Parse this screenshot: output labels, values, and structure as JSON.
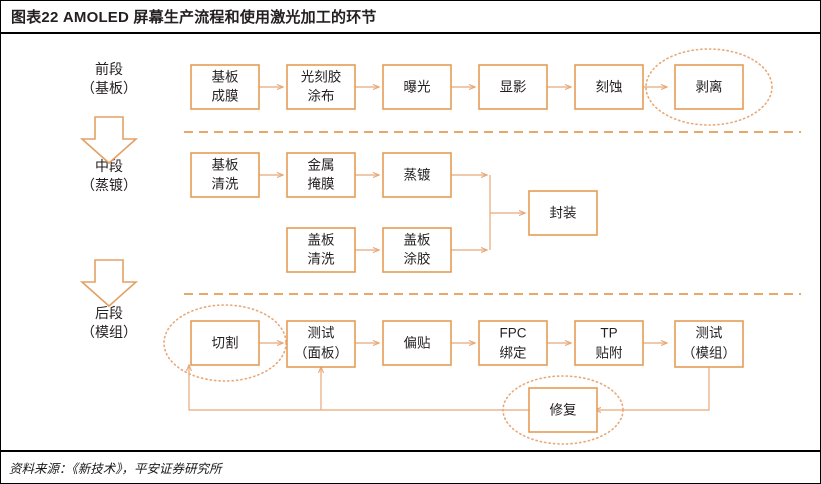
{
  "exhibit": {
    "title": "图表22   AMOLED 屏幕生产流程和使用激光加工的环节",
    "source": "资料来源：《新技术》，平安证券研究所"
  },
  "colors": {
    "box_border": "#E59C55",
    "connector": "#E8A877",
    "highlight": "#E8A877",
    "divider": "#E59C55",
    "text": "#231f20",
    "background": "#ffffff",
    "frame": "#000000"
  },
  "stages": [
    {
      "id": "front",
      "line1": "前段",
      "line2": "（基板）"
    },
    {
      "id": "middle",
      "line1": "中段",
      "line2": "（蒸镀）"
    },
    {
      "id": "back",
      "line1": "后段",
      "line2": "（模组）"
    }
  ],
  "stage_arrows": [
    {
      "name": "stage-arrow-front-to-middle"
    },
    {
      "name": "stage-arrow-middle-to-back"
    }
  ],
  "nodes": {
    "front_row": [
      {
        "id": "n1",
        "line1": "基板",
        "line2": "成膜",
        "highlight": false
      },
      {
        "id": "n2",
        "line1": "光刻胶",
        "line2": "涂布",
        "highlight": false
      },
      {
        "id": "n3",
        "line1": "曝光",
        "line2": "",
        "highlight": false
      },
      {
        "id": "n4",
        "line1": "显影",
        "line2": "",
        "highlight": false
      },
      {
        "id": "n5",
        "line1": "刻蚀",
        "line2": "",
        "highlight": false
      },
      {
        "id": "n6",
        "line1": "剥离",
        "line2": "",
        "highlight": true
      }
    ],
    "middle_top_row": [
      {
        "id": "m1",
        "line1": "基板",
        "line2": "清洗",
        "highlight": false
      },
      {
        "id": "m2",
        "line1": "金属",
        "line2": "掩膜",
        "highlight": false
      },
      {
        "id": "m3",
        "line1": "蒸镀",
        "line2": "",
        "highlight": false
      }
    ],
    "middle_bottom_row": [
      {
        "id": "m4",
        "line1": "盖板",
        "line2": "清洗",
        "highlight": false
      },
      {
        "id": "m5",
        "line1": "盖板",
        "line2": "涂胶",
        "highlight": false
      }
    ],
    "middle_merge": [
      {
        "id": "m6",
        "line1": "封装",
        "line2": "",
        "highlight": false
      }
    ],
    "back_row": [
      {
        "id": "b1",
        "line1": "切割",
        "line2": "",
        "highlight": true
      },
      {
        "id": "b2",
        "line1": "测试",
        "line2": "（面板）",
        "highlight": false
      },
      {
        "id": "b3",
        "line1": "偏贴",
        "line2": "",
        "highlight": false
      },
      {
        "id": "b4",
        "line1": "FPC",
        "line2": "绑定",
        "highlight": false
      },
      {
        "id": "b5",
        "line1": "TP",
        "line2": "贴附",
        "highlight": false
      },
      {
        "id": "b6",
        "line1": "测试",
        "line2": "（模组）",
        "highlight": false
      }
    ],
    "back_feedback": [
      {
        "id": "b7",
        "line1": "修复",
        "line2": "",
        "highlight": true
      }
    ]
  },
  "highlight_note": {
    "meaning": "dotted-ellipse marks laser-processing steps"
  }
}
